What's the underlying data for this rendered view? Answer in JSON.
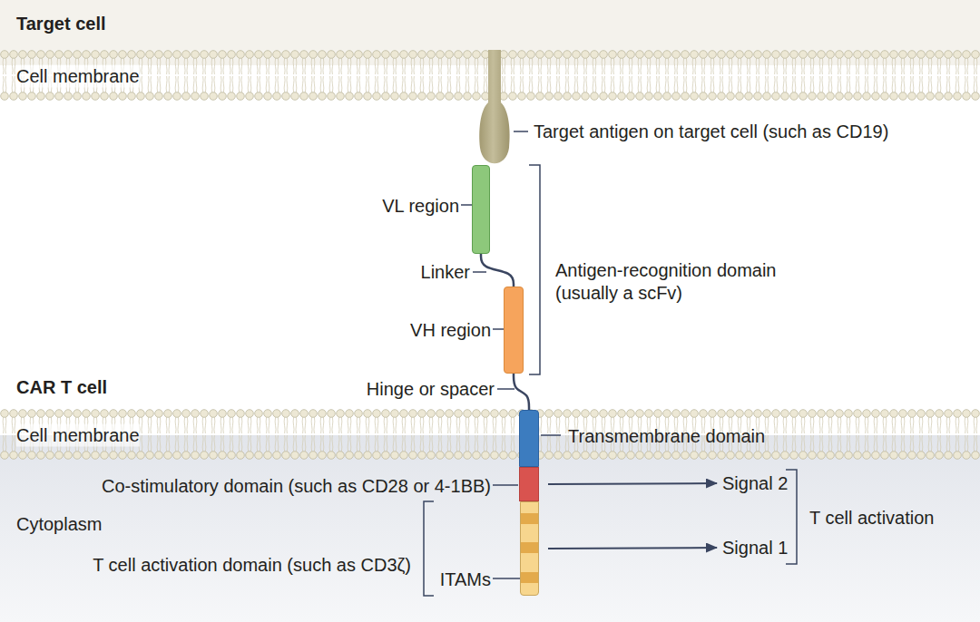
{
  "diagram": {
    "nodes": [
      {
        "text": [
          "Target antigen on target cell (such as CD19)"
        ]
      },
      {
        "text": [
          "VL region"
        ]
      },
      {
        "text": [
          "VH region"
        ]
      },
      {
        "text": [
          "Transmembrane domain"
        ]
      },
      {
        "text": [
          "Co-stimulatory domain (such as CD28 or 4-1BB)"
        ]
      },
      {
        "text": [
          "T cell activation domain (such as CD3ζ)",
          "ITAMs"
        ]
      },
      {
        "text": [
          "Signal 2"
        ]
      },
      {
        "text": [
          "Signal 1"
        ]
      }
    ],
    "edges": [
      {
        "from": 1,
        "to": 2,
        "arrow": "none",
        "label": "Linker"
      },
      {
        "from": 2,
        "to": 3,
        "arrow": "none",
        "label": "Hinge or spacer"
      },
      {
        "from": 4,
        "to": 6,
        "arrow": "to"
      },
      {
        "from": 5,
        "to": 7,
        "arrow": "to"
      }
    ],
    "labels": [
      "Target cell",
      "Cell membrane",
      "Antigen-recognition domain (usually a scFv)",
      "CAR T cell",
      "Cell membrane",
      "Cytoplasm",
      "T cell activation"
    ]
  }
}
